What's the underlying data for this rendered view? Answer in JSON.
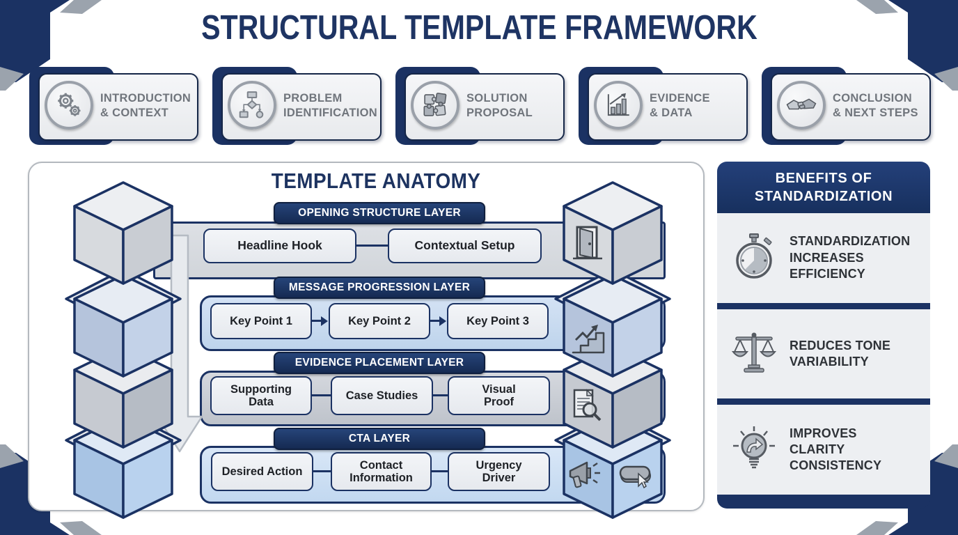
{
  "title": "STRUCTURAL TEMPLATE FRAMEWORK",
  "sections": {
    "items": [
      {
        "icon": "gears-icon",
        "lines": [
          "INTRODUCTION",
          "& CONTEXT"
        ]
      },
      {
        "icon": "flowchart-icon",
        "lines": [
          "PROBLEM",
          "IDENTIFICATION"
        ]
      },
      {
        "icon": "puzzle-icon",
        "lines": [
          "SOLUTION",
          "PROPOSAL"
        ]
      },
      {
        "icon": "bar-chart-icon",
        "lines": [
          "EVIDENCE",
          "& DATA"
        ]
      },
      {
        "icon": "handshake-icon",
        "lines": [
          "CONCLUSION",
          "& NEXT STEPS"
        ]
      }
    ]
  },
  "anatomy": {
    "title": "TEMPLATE ANATOMY",
    "layers": [
      {
        "label": "OPENING STRUCTURE LAYER",
        "connector": "line",
        "boxes": [
          "Headline Hook",
          "Contextual Setup"
        ]
      },
      {
        "label": "MESSAGE PROGRESSION LAYER",
        "connector": "arrow",
        "boxes": [
          "Key Point 1",
          "Key Point 2",
          "Key Point 3"
        ]
      },
      {
        "label": "EVIDENCE PLACEMENT LAYER",
        "connector": "line",
        "boxes": [
          "Supporting Data",
          "Case Studies",
          "Visual Proof"
        ]
      },
      {
        "label": "CTA LAYER",
        "connector": "line",
        "boxes": [
          "Desired Action",
          "Contact Information",
          "Urgency Driver"
        ]
      }
    ],
    "cube_icons": [
      "door-icon",
      "growth-stairs-icon",
      "document-search-icon",
      "megaphone-icon",
      "button-cursor-icon"
    ]
  },
  "benefits": {
    "header_lines": [
      "BENEFITS OF",
      "STANDARDIZATION"
    ],
    "items": [
      {
        "icon": "stopwatch-icon",
        "lines": [
          "STANDARDIZATION",
          "INCREASES",
          "EFFICIENCY"
        ]
      },
      {
        "icon": "scales-icon",
        "lines": [
          "REDUCES TONE",
          "VARIABILITY"
        ]
      },
      {
        "icon": "lightbulb-icon",
        "lines": [
          "IMPROVES",
          "CLARITY",
          "CONSISTENCY"
        ]
      }
    ]
  },
  "colors": {
    "navy": "#1b3263",
    "gray_accent": "#9ba3ad",
    "band_gray": "#d8dbe0",
    "band_blue": "#c9dbf0",
    "box_fill": "#eef1f5"
  }
}
